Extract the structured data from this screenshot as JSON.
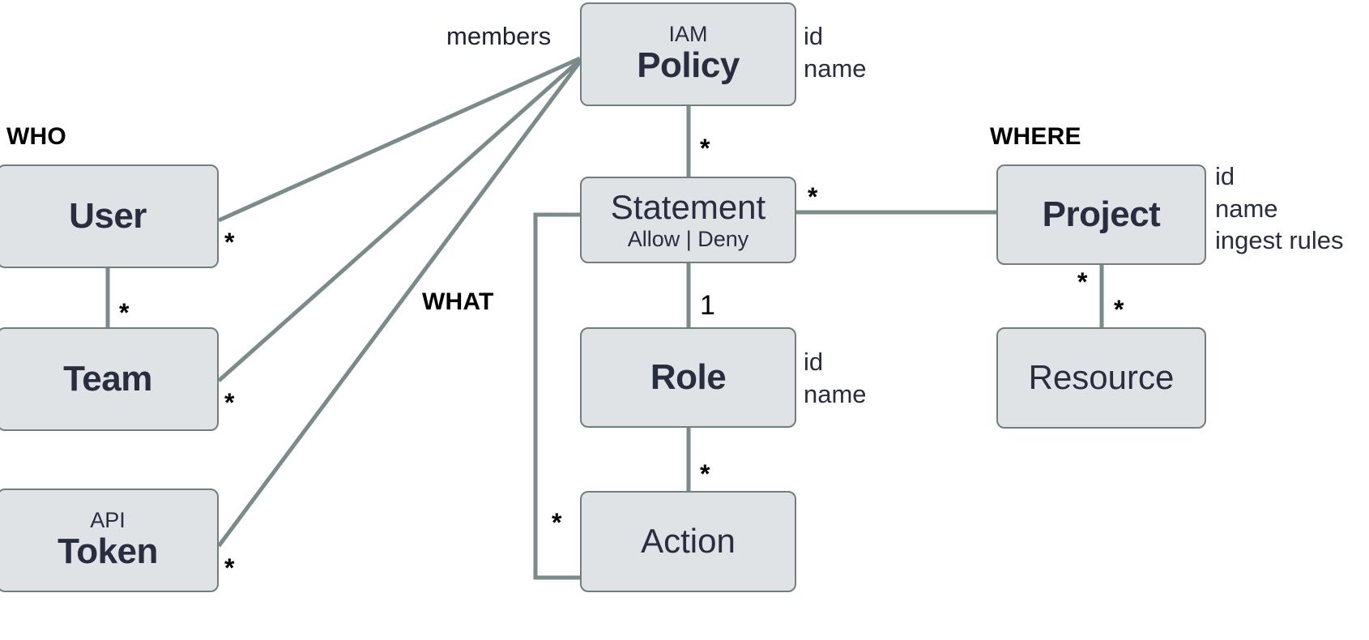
{
  "diagram": {
    "title": "IAM Policy Entity Relationship Diagram",
    "colors": {
      "node_fill": "#dfe3e6",
      "node_border": "#6f7e7e",
      "node_text": "#282d3f",
      "edge": "#7b8a8a",
      "label_text": "#000000"
    }
  },
  "group_labels": [
    {
      "id": "who",
      "text": "WHO"
    },
    {
      "id": "what",
      "text": "WHAT"
    },
    {
      "id": "where",
      "text": "WHERE"
    }
  ],
  "nodes": [
    {
      "id": "policy",
      "sub_top": "IAM",
      "title": "Policy",
      "sub_bottom": "",
      "bold": true
    },
    {
      "id": "user",
      "sub_top": "",
      "title": "User",
      "sub_bottom": "",
      "bold": true
    },
    {
      "id": "team",
      "sub_top": "",
      "title": "Team",
      "sub_bottom": "",
      "bold": true
    },
    {
      "id": "api_token",
      "sub_top": "API",
      "title": "Token",
      "sub_bottom": "",
      "bold": true
    },
    {
      "id": "statement",
      "sub_top": "",
      "title": "Statement",
      "sub_bottom": "Allow | Deny",
      "bold": false
    },
    {
      "id": "role",
      "sub_top": "",
      "title": "Role",
      "sub_bottom": "",
      "bold": true
    },
    {
      "id": "action",
      "sub_top": "",
      "title": "Action",
      "sub_bottom": "",
      "bold": false
    },
    {
      "id": "project",
      "sub_top": "",
      "title": "Project",
      "sub_bottom": "",
      "bold": true
    },
    {
      "id": "resource",
      "sub_top": "",
      "title": "Resource",
      "sub_bottom": "",
      "bold": false
    }
  ],
  "attributes": {
    "policy": [
      "id",
      "name"
    ],
    "role": [
      "id",
      "name"
    ],
    "project": [
      "id",
      "name",
      "ingest rules"
    ]
  },
  "edge_labels": [
    {
      "id": "members",
      "text": "members"
    }
  ],
  "multiplicities": [
    {
      "id": "user-policy",
      "text": "*"
    },
    {
      "id": "team-policy",
      "text": "*"
    },
    {
      "id": "token-policy",
      "text": "*"
    },
    {
      "id": "user-team",
      "text": "*"
    },
    {
      "id": "policy-statement",
      "text": "*"
    },
    {
      "id": "statement-project",
      "text": "*"
    },
    {
      "id": "statement-role",
      "text": "1"
    },
    {
      "id": "role-action",
      "text": "*"
    },
    {
      "id": "statement-action",
      "text": "*"
    },
    {
      "id": "project-resource-a",
      "text": "*"
    },
    {
      "id": "project-resource-b",
      "text": "*"
    }
  ]
}
